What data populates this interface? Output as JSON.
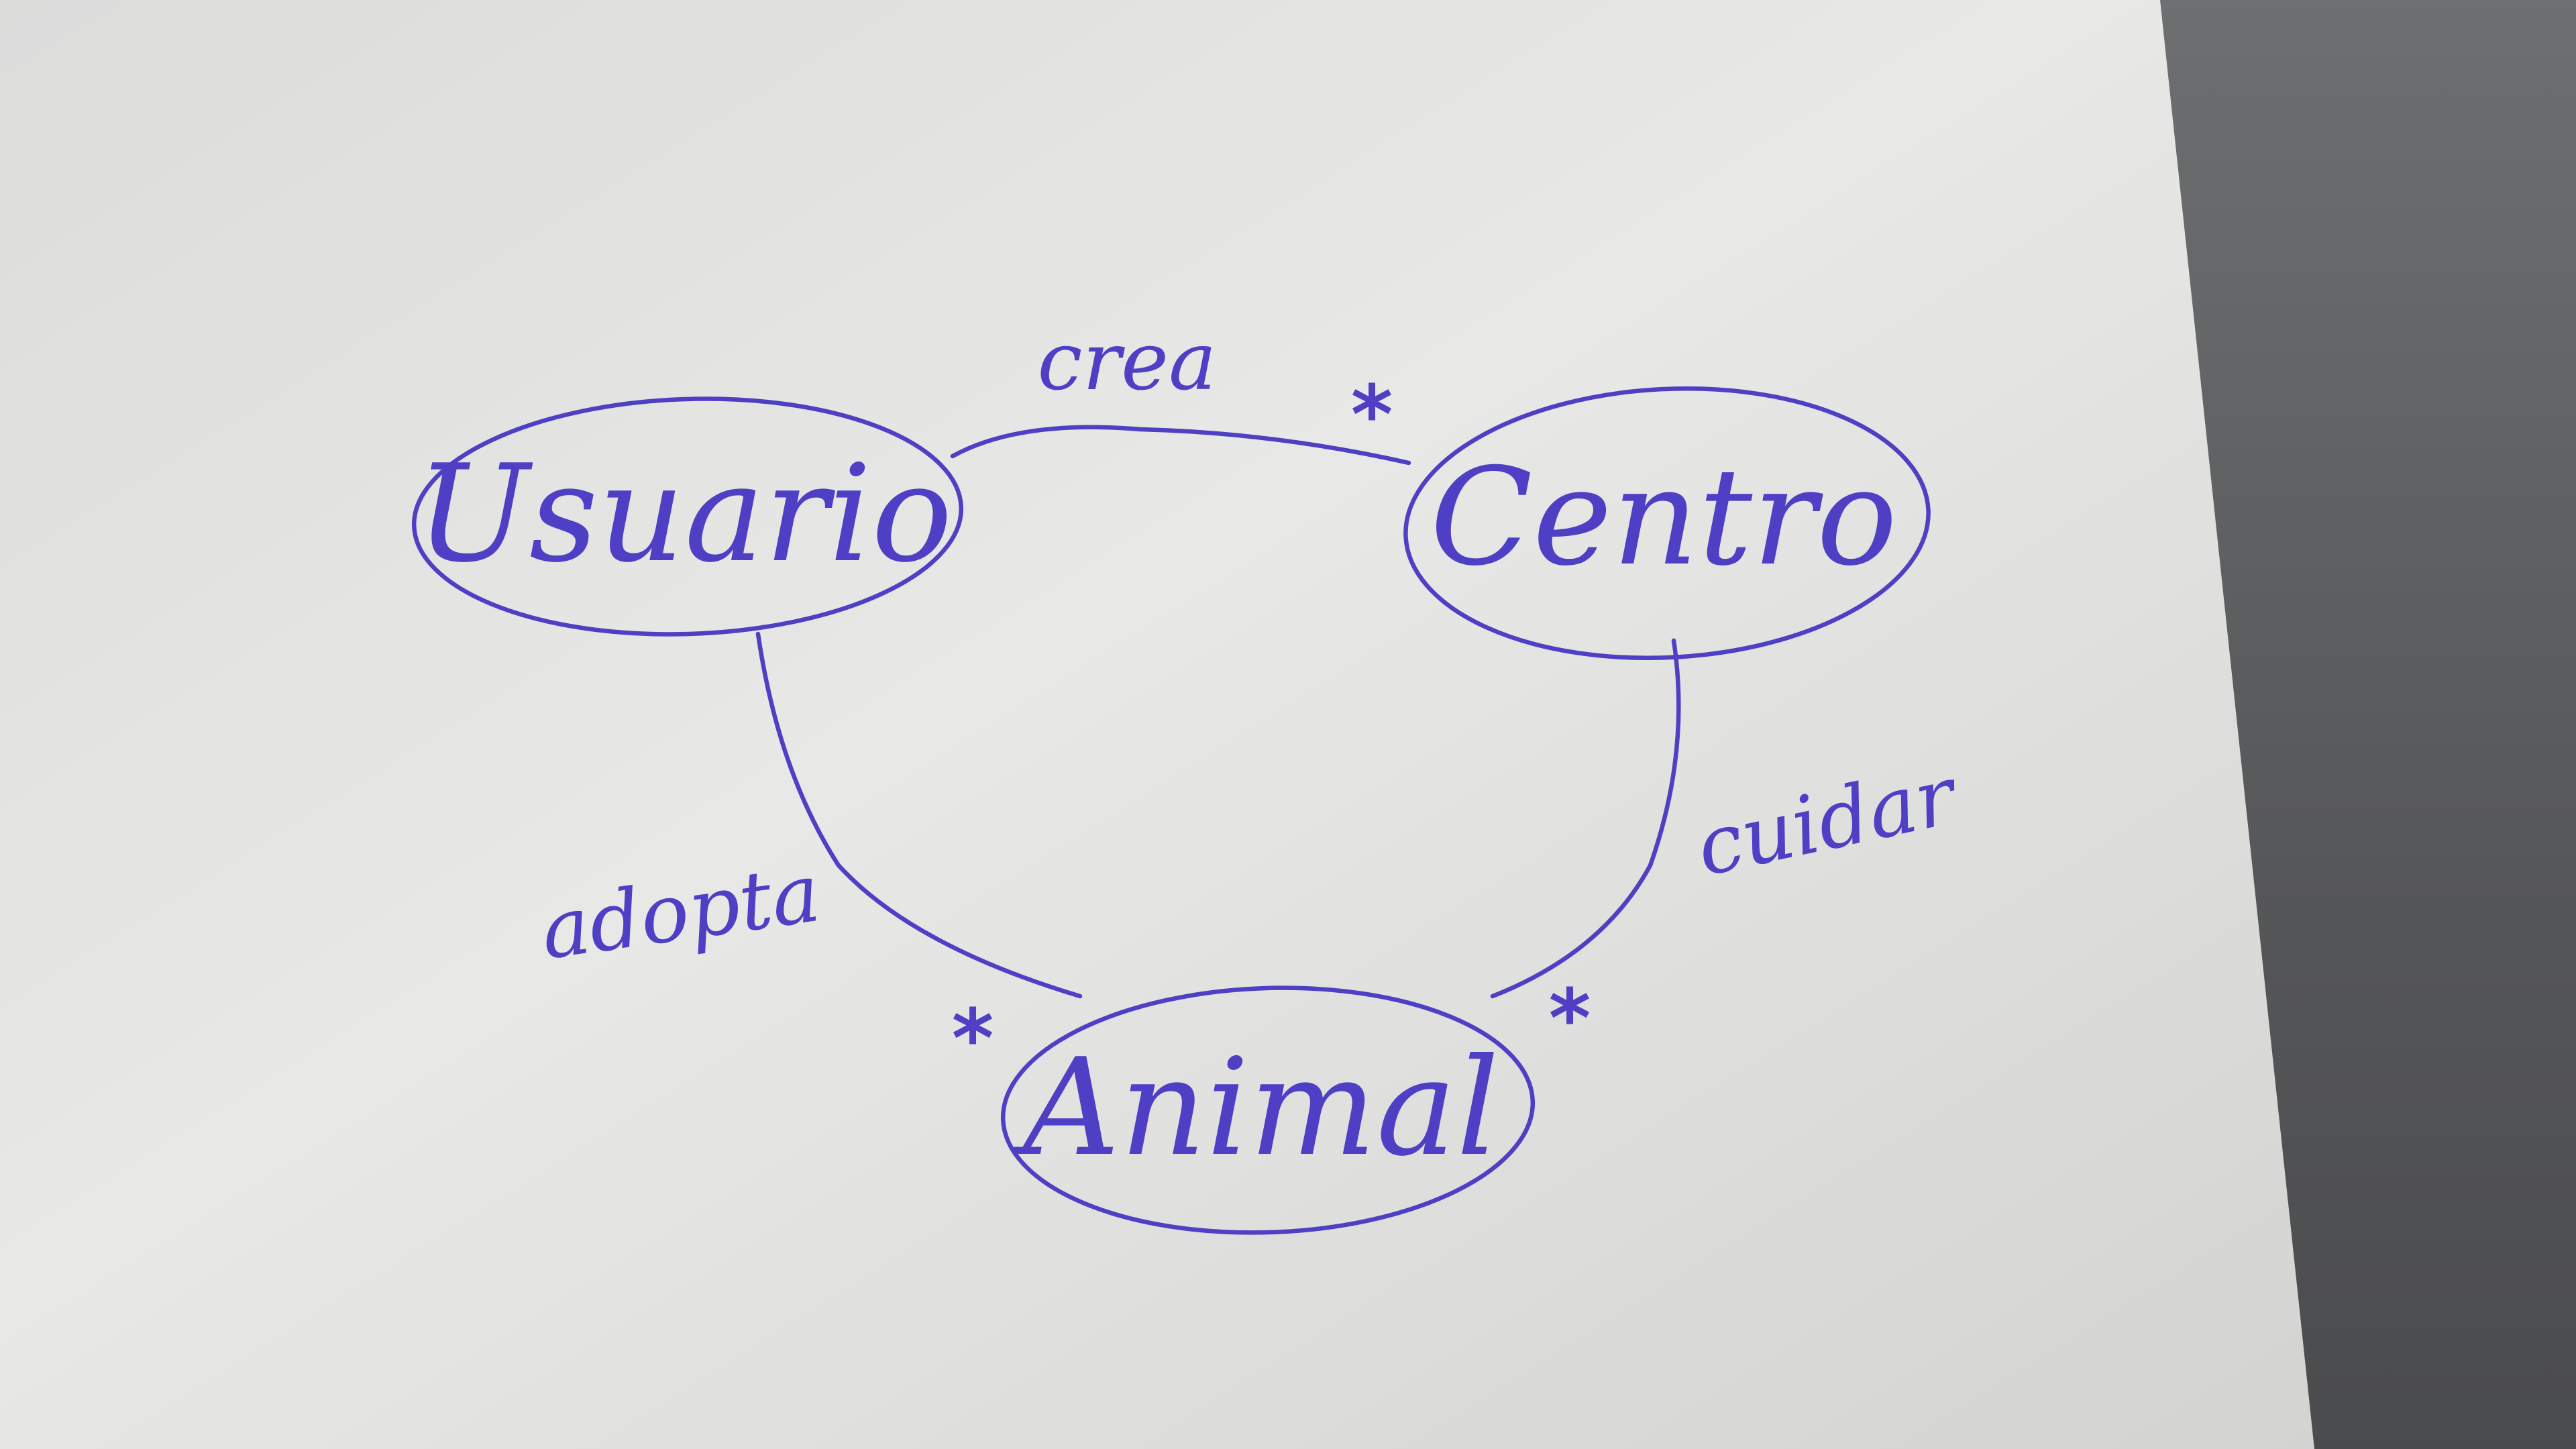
{
  "diagram": {
    "nodes": {
      "usuario": {
        "label": "Usuario"
      },
      "centro": {
        "label": "Centro"
      },
      "animal": {
        "label": "Animal"
      }
    },
    "edges": {
      "crea": {
        "label": "crea",
        "from": "Usuario",
        "to": "Centro",
        "multiplicity_to": "*"
      },
      "adopta": {
        "label": "adopta",
        "from": "Usuario",
        "to": "Animal",
        "multiplicity_to": "*"
      },
      "cuidar": {
        "label": "cuidar",
        "from": "Centro",
        "to": "Animal",
        "multiplicity_to": "*"
      }
    }
  },
  "style": {
    "ink_color": "#4f3fc4",
    "paper_color": "#e6e6e4",
    "desk_color": "#5a5b5d"
  }
}
